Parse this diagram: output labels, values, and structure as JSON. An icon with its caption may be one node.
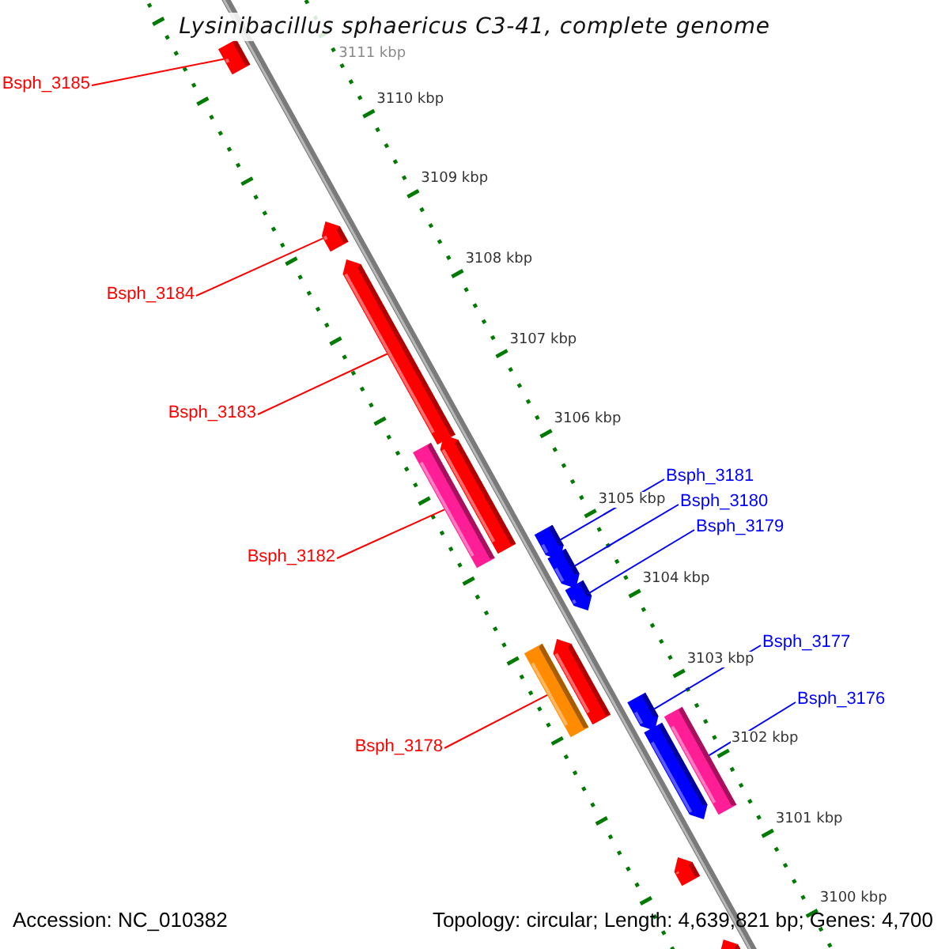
{
  "diagram": {
    "title": "Lysinibacillus sphaericus C3-41, complete genome",
    "nodes": [
      {
        "text": [],
        "shape": "bar"
      },
      {
        "text": [],
        "shape": "bar"
      },
      {
        "text": [],
        "shape": "bar"
      },
      {
        "text": [],
        "shape": "bar"
      },
      {
        "text": [],
        "shape": "bar"
      },
      {
        "text": [],
        "shape": "bar"
      },
      {
        "text": [],
        "shape": "bar"
      },
      {
        "text": [],
        "shape": "bar"
      },
      {
        "text": [],
        "shape": "bar"
      },
      {
        "text": [],
        "shape": "bar"
      },
      {
        "text": [],
        "shape": "bar"
      },
      {
        "text": [],
        "shape": "bar"
      },
      {
        "text": [],
        "shape": "bar"
      },
      {
        "text": [],
        "shape": "bar"
      },
      {
        "text": [],
        "shape": "bar"
      },
      {
        "text": [
          "Bsph_3185"
        ]
      },
      {
        "text": [
          "Bsph_3184"
        ]
      },
      {
        "text": [
          "Bsph_3183"
        ]
      },
      {
        "text": [
          "Bsph_3182"
        ]
      },
      {
        "text": [
          "Bsph_3178"
        ]
      },
      {
        "text": [
          "Bsph_3181"
        ]
      },
      {
        "text": [
          "Bsph_3180"
        ]
      },
      {
        "text": [
          "Bsph_3179"
        ]
      },
      {
        "text": [
          "Bsph_3177"
        ]
      },
      {
        "text": [
          "Bsph_3176"
        ]
      }
    ],
    "edges": [
      {
        "from": 15,
        "to": 0,
        "arrow": "none",
        "color": "#ff0000"
      },
      {
        "from": 16,
        "to": 1,
        "arrow": "none",
        "color": "#ff0000"
      },
      {
        "from": 17,
        "to": 2,
        "arrow": "none",
        "color": "#ff0000"
      },
      {
        "from": 18,
        "to": 4,
        "arrow": "none",
        "color": "#ff0000"
      },
      {
        "from": 19,
        "to": 8,
        "arrow": "none",
        "color": "#ff0000"
      },
      {
        "from": 20,
        "to": 5,
        "arrow": "none",
        "color": "#0000ff"
      },
      {
        "from": 21,
        "to": 6,
        "arrow": "none",
        "color": "#0000ff"
      },
      {
        "from": 22,
        "to": 7,
        "arrow": "none",
        "color": "#0000ff"
      },
      {
        "from": 23,
        "to": 10,
        "arrow": "none",
        "color": "#0000ff"
      },
      {
        "from": 24,
        "to": 12,
        "arrow": "none",
        "color": "#0000ff"
      }
    ],
    "labels": [
      "3111 kbp",
      "3110 kbp",
      "3109 kbp",
      "3108 kbp",
      "3107 kbp",
      "3106 kbp",
      "3105 kbp",
      "3104 kbp",
      "3103 kbp",
      "3102 kbp",
      "3101 kbp",
      "3100 kbp",
      "Accession: NC_010382",
      "Topology: circular; Length: 4,639,821 bp; Genes: 4,700"
    ]
  }
}
